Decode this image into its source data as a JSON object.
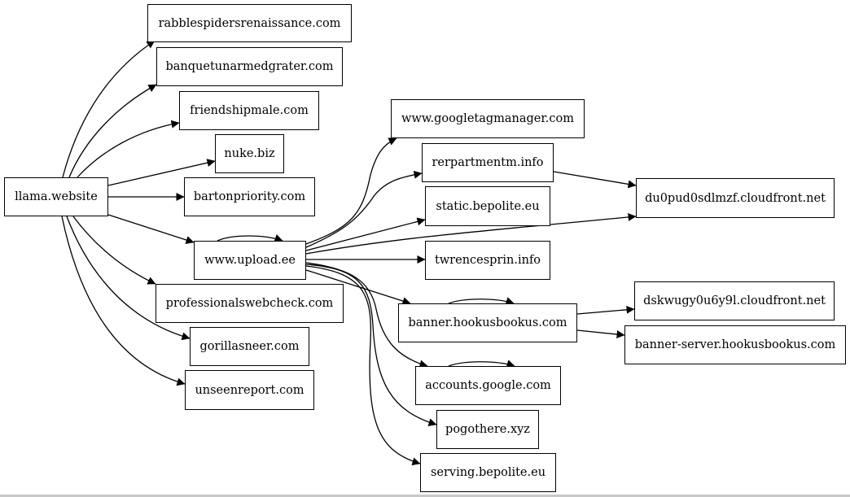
{
  "graph": {
    "nodes": {
      "llama_website": "llama.website",
      "rabblespiders": "rabblespidersrenaissance.com",
      "banquetunarmed": "banquetunarmedgrater.com",
      "friendshipmale": "friendshipmale.com",
      "nuke": "nuke.biz",
      "bartonpriority": "bartonpriority.com",
      "upload": "www.upload.ee",
      "professionalswebcheck": "professionalswebcheck.com",
      "gorillasneer": "gorillasneer.com",
      "unseenreport": "unseenreport.com",
      "googletagmanager": "www.googletagmanager.com",
      "rerpartmentm": "rerpartmentm.info",
      "static_bepolite": "static.bepolite.eu",
      "twrencesprin": "twrencesprin.info",
      "banner_hookus": "banner.hookusbookus.com",
      "accounts_google": "accounts.google.com",
      "pogothere": "pogothere.xyz",
      "serving_bepolite": "serving.bepolite.eu",
      "du0pud": "du0pud0sdlmzf.cloudfront.net",
      "dskwugy": "dskwugy0u6y9l.cloudfront.net",
      "banner_server": "banner-server.hookusbookus.com"
    },
    "edges": [
      [
        "llama_website",
        "rabblespiders"
      ],
      [
        "llama_website",
        "banquetunarmed"
      ],
      [
        "llama_website",
        "friendshipmale"
      ],
      [
        "llama_website",
        "nuke"
      ],
      [
        "llama_website",
        "bartonpriority"
      ],
      [
        "llama_website",
        "upload"
      ],
      [
        "llama_website",
        "professionalswebcheck"
      ],
      [
        "llama_website",
        "gorillasneer"
      ],
      [
        "llama_website",
        "unseenreport"
      ],
      [
        "upload",
        "upload"
      ],
      [
        "upload",
        "googletagmanager"
      ],
      [
        "upload",
        "rerpartmentm"
      ],
      [
        "upload",
        "static_bepolite"
      ],
      [
        "upload",
        "du0pud"
      ],
      [
        "upload",
        "twrencesprin"
      ],
      [
        "upload",
        "banner_hookus"
      ],
      [
        "upload",
        "accounts_google"
      ],
      [
        "upload",
        "pogothere"
      ],
      [
        "upload",
        "serving_bepolite"
      ],
      [
        "rerpartmentm",
        "du0pud"
      ],
      [
        "banner_hookus",
        "banner_hookus"
      ],
      [
        "banner_hookus",
        "dskwugy"
      ],
      [
        "banner_hookus",
        "banner_server"
      ],
      [
        "accounts_google",
        "accounts_google"
      ]
    ]
  }
}
